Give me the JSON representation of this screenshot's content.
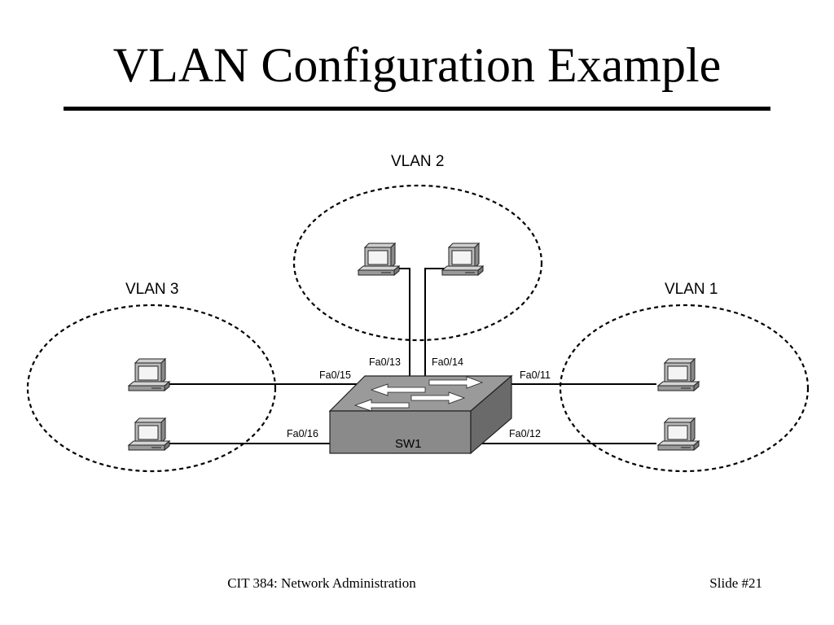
{
  "slide": {
    "title": "VLAN Configuration Example"
  },
  "diagram": {
    "switch": {
      "label": "SW1"
    },
    "vlans": [
      {
        "id": "vlan2",
        "label": "VLAN 2",
        "ports": [
          "Fa0/13",
          "Fa0/14"
        ]
      },
      {
        "id": "vlan3",
        "label": "VLAN 3",
        "ports": [
          "Fa0/15",
          "Fa0/16"
        ]
      },
      {
        "id": "vlan1",
        "label": "VLAN 1",
        "ports": [
          "Fa0/11",
          "Fa0/12"
        ]
      }
    ],
    "icons": [
      "pc-icon",
      "switch-icon"
    ],
    "colors": {
      "switch_top": "#9a9a9a",
      "switch_front": "#8a8a8a",
      "switch_side": "#6a6a6a"
    }
  },
  "footer": {
    "course": "CIT 384: Network Administration",
    "slide_number": "Slide #21"
  }
}
